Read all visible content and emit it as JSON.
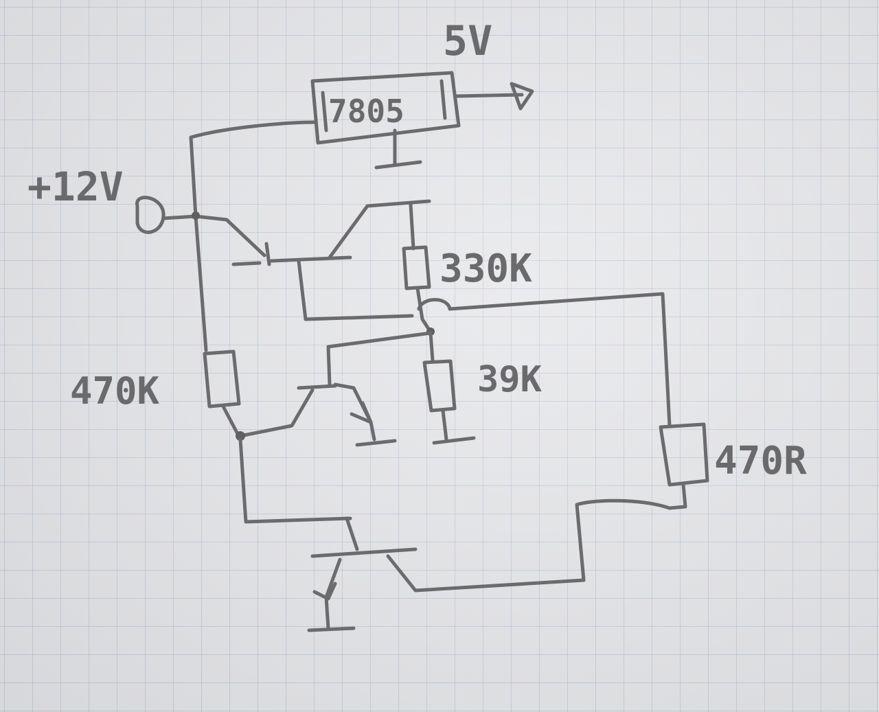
{
  "labels": {
    "output_voltage": "5V",
    "regulator": "7805",
    "input_voltage": "+12V",
    "r_top": "330K",
    "r_bottom": "39K",
    "r_left": "470K",
    "r_right": "470R"
  }
}
